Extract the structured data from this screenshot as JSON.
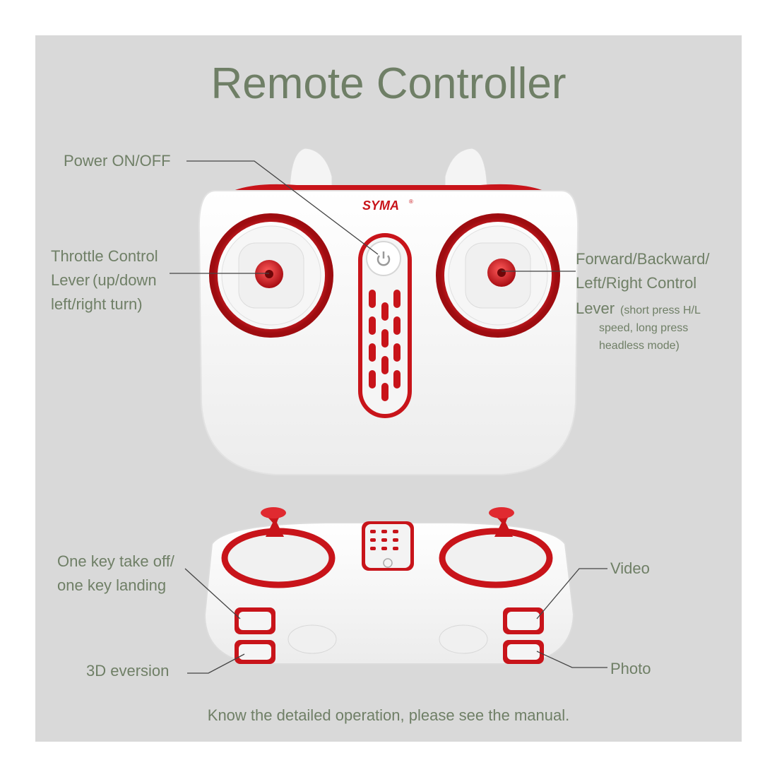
{
  "title": "Remote Controller",
  "brand": "SYMA",
  "labels": {
    "power": "Power ON/OFF",
    "throttle_1": "Throttle Control",
    "throttle_2": "Lever",
    "throttle_2b": "(up/down",
    "throttle_3": "left/right turn)",
    "forward_1": "Forward/Backward/",
    "forward_2": "Left/Right Control",
    "forward_3": "Lever",
    "forward_3b": "(short press  H/L",
    "forward_4": "speed, long press",
    "forward_5": "headless mode)",
    "takeoff_1": "One key take off/",
    "takeoff_2": "one key landing",
    "eversion": "3D eversion",
    "video": "Video",
    "photo": "Photo"
  },
  "footer": "Know the detailed operation, please see the manual.",
  "colors": {
    "panel": "#d9d9d9",
    "text": "#6f7f66",
    "accent_red": "#c8141a",
    "body_white": "#f7f7f7"
  }
}
